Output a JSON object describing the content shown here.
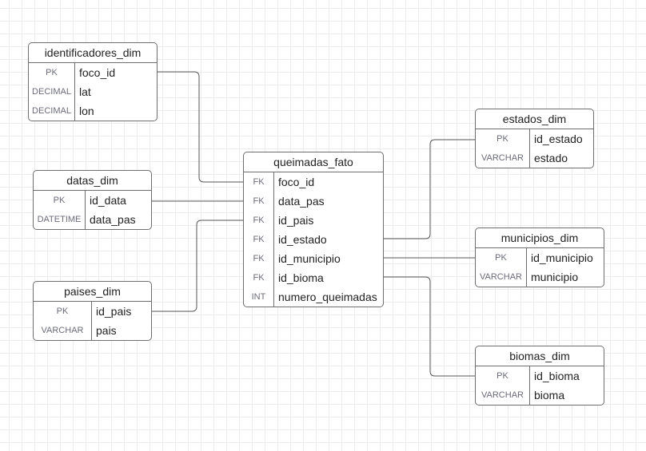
{
  "tables": {
    "identificadores_dim": {
      "title": "identificadores_dim",
      "rows": [
        {
          "key": "PK",
          "field": "foco_id"
        },
        {
          "key": "DECIMAL",
          "field": "lat"
        },
        {
          "key": "DECIMAL",
          "field": "lon"
        }
      ]
    },
    "datas_dim": {
      "title": "datas_dim",
      "rows": [
        {
          "key": "PK",
          "field": "id_data"
        },
        {
          "key": "DATETIME",
          "field": "data_pas"
        }
      ]
    },
    "paises_dim": {
      "title": "paises_dim",
      "rows": [
        {
          "key": "PK",
          "field": "id_pais"
        },
        {
          "key": "VARCHAR",
          "field": "pais"
        }
      ]
    },
    "queimadas_fato": {
      "title": "queimadas_fato",
      "rows": [
        {
          "key": "FK",
          "field": "foco_id"
        },
        {
          "key": "FK",
          "field": "data_pas"
        },
        {
          "key": "FK",
          "field": "id_pais"
        },
        {
          "key": "FK",
          "field": "id_estado"
        },
        {
          "key": "FK",
          "field": "id_municipio"
        },
        {
          "key": "FK",
          "field": "id_bioma"
        },
        {
          "key": "INT",
          "field": "numero_queimadas"
        }
      ]
    },
    "estados_dim": {
      "title": "estados_dim",
      "rows": [
        {
          "key": "PK",
          "field": "id_estado"
        },
        {
          "key": "VARCHAR",
          "field": "estado"
        }
      ]
    },
    "municipios_dim": {
      "title": "municipios_dim",
      "rows": [
        {
          "key": "PK",
          "field": "id_municipio"
        },
        {
          "key": "VARCHAR",
          "field": "municipio"
        }
      ]
    },
    "biomas_dim": {
      "title": "biomas_dim",
      "rows": [
        {
          "key": "PK",
          "field": "id_bioma"
        },
        {
          "key": "VARCHAR",
          "field": "bioma"
        }
      ]
    }
  },
  "colors": {
    "border": "#6e6e6e",
    "connector": "#555555",
    "grid": "#ececec",
    "key_text": "#6b6b7a",
    "text": "#222222"
  }
}
